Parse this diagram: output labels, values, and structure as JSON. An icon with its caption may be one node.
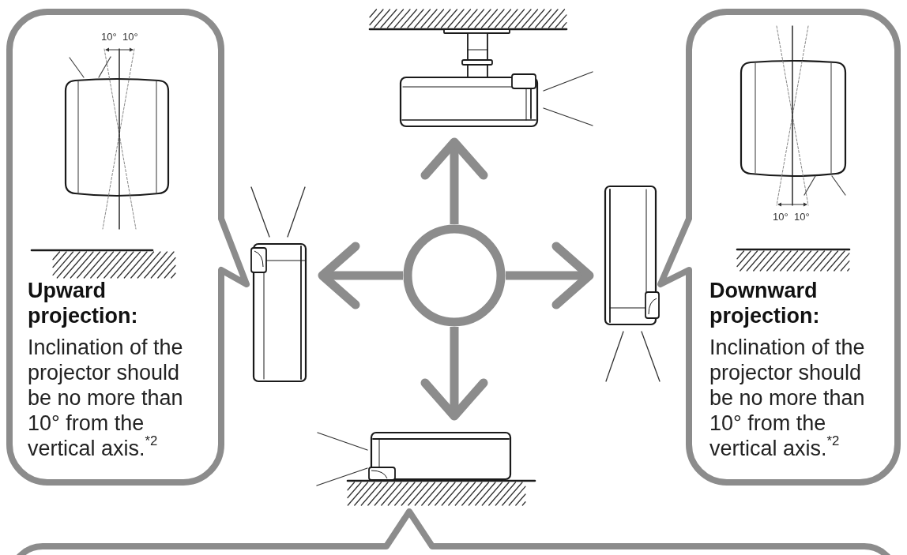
{
  "diagram": {
    "nodes": [
      {
        "text": [
          "Upward projection:",
          "Inclination of the projector should be no more than 10° from the vertical axis.$^{*2}$"
        ]
      },
      {
        "text": [],
        "shape": "picture"
      },
      {
        "text": [
          "Downward projection:",
          "Inclination of the projector should be no more than 10° from the vertical axis.$^{*2}$"
        ]
      },
      {
        "text": [],
        "shape": "picture"
      },
      {
        "text": [],
        "shape": "circle"
      },
      {
        "text": [],
        "shape": "picture"
      },
      {
        "text": [],
        "shape": "picture"
      },
      {
        "text": [],
        "shape": "box"
      }
    ],
    "edges": [
      {
        "from": 4,
        "to": 1,
        "arrow": "to"
      },
      {
        "from": 4,
        "to": 3,
        "arrow": "to"
      },
      {
        "from": 4,
        "to": 5,
        "arrow": "to"
      },
      {
        "from": 4,
        "to": 6,
        "arrow": "to"
      }
    ],
    "labels": [
      "10°",
      "10°",
      "10°",
      "10°"
    ]
  }
}
